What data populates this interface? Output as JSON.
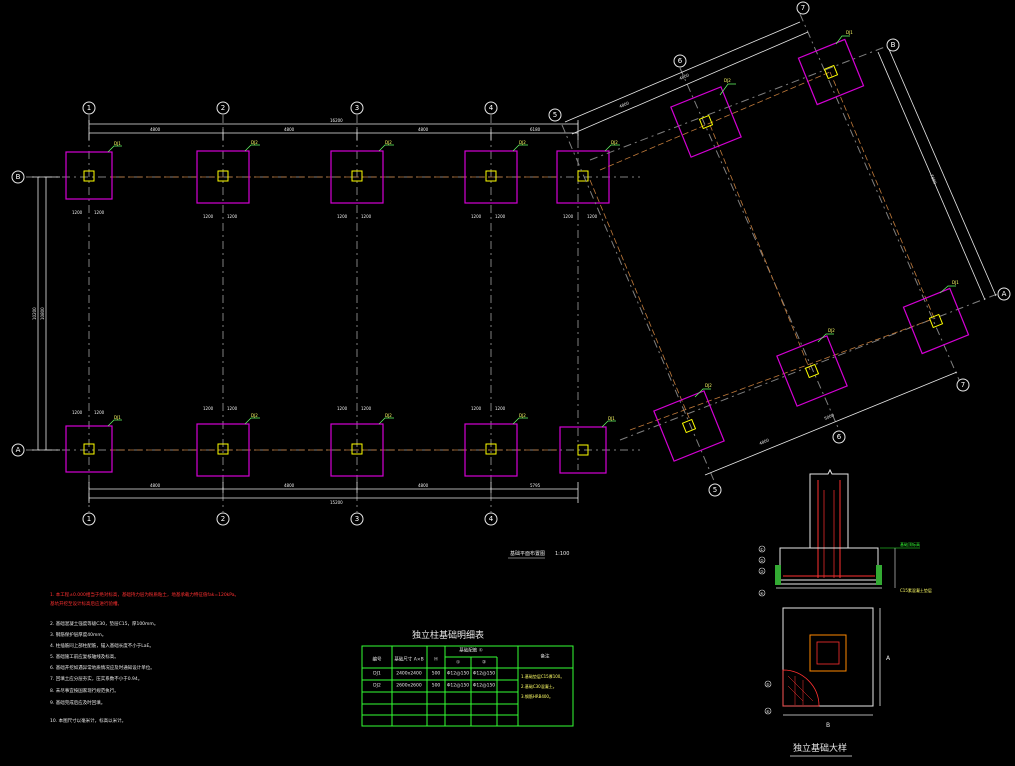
{
  "grid_axes": {
    "top": [
      "1",
      "2",
      "3",
      "4",
      "5"
    ],
    "bottom": [
      "1",
      "2",
      "3",
      "4"
    ],
    "left": [
      "B",
      "A"
    ],
    "rotated": [
      "5",
      "6",
      "7",
      "B",
      "A",
      "7",
      "6",
      "5"
    ]
  },
  "dimensions": {
    "top_total": "16200",
    "top_segment": "4800",
    "top_right_segment": "6180",
    "bottom_total": "15200",
    "bottom_segment": "4800",
    "bottom_right_segment": "5795",
    "left_total": "10200",
    "left_inner": "10800",
    "footing_half": "1200",
    "rotated_long": "7800",
    "rotated_segment": "4800",
    "rotated_right": "5000"
  },
  "footing_tags": {
    "dj1": "DJ1",
    "dj2": "DJ2"
  },
  "plan_title": "基础平面布置图",
  "plan_scale": "1:100",
  "notes": [
    "1. 本工程±0.000相当于绝对标高，基础持力层为粉质粘土，地基承载力特征值fak=120kPa。",
    "   基坑开挖至设计标高后应进行验槽。",
    "2. 基础混凝土强度等级C30，垫层C15，厚100mm。",
    "3. 钢筋保护层厚度40mm。",
    "4. 柱插筋同上部柱配筋，锚入基础长度不小于LaE。",
    "5. 基础施工前应复核轴线及标高。",
    "6. 基础开挖如遇异常地质情况应及时通知设计单位。",
    "7. 回填土应分层夯实，压实系数不小于0.94。",
    "8. 未尽事宜按国家现行规范执行。",
    "9. 基础完成后应及时回填。",
    "10. 本图尺寸以毫米计，标高以米计。"
  ],
  "table": {
    "title": "独立柱基础明细表",
    "headers": [
      "编号",
      "基础尺寸 A×B",
      "H",
      "基础配筋 ①",
      "基础配筋 ②",
      "备注"
    ],
    "header_sub": [
      "①",
      "②"
    ],
    "rows": [
      [
        "DJ1",
        "2400x2400",
        "500",
        "Φ12@150",
        "Φ12@150"
      ],
      [
        "DJ2",
        "2600x2600",
        "500",
        "Φ12@150",
        "Φ12@150"
      ]
    ],
    "remark": [
      "1.基础垫层C15厚100。",
      "2.基础C30混凝土。",
      "3.钢筋HRB400。"
    ]
  },
  "detail": {
    "title": "独立基础大样",
    "label_A": "A",
    "label_B": "B",
    "callouts": [
      "①",
      "②",
      "③",
      "④",
      "⑤",
      "⑥"
    ],
    "side_note": "基础顶标高",
    "bottom_note": "C15素混凝土垫层"
  },
  "colors": {
    "background": "#000000",
    "footing": "#d400d4",
    "column": "#ffff00",
    "dims": "#e8e8e8",
    "table": "#33ff33",
    "notes_red": "#ff3030"
  }
}
